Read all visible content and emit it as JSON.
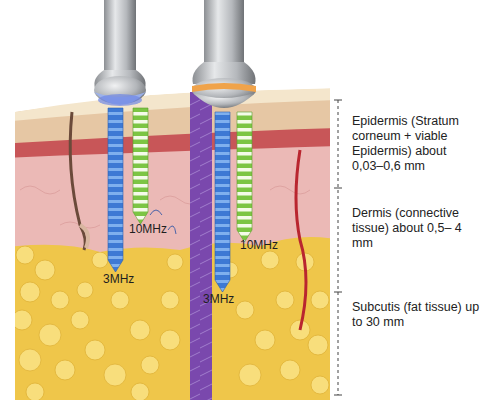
{
  "diagram": {
    "labels": [
      "10MHz",
      "3MHz",
      "10MHz",
      "3MHz",
      "Epidermis (Stratum corneum + viable Epidermis) about 0,03–0,6 mm",
      "Dermis (connective tissue) about 0,5– 4 mm",
      "Subcutis (fat tissue) up to 30 mm"
    ]
  }
}
